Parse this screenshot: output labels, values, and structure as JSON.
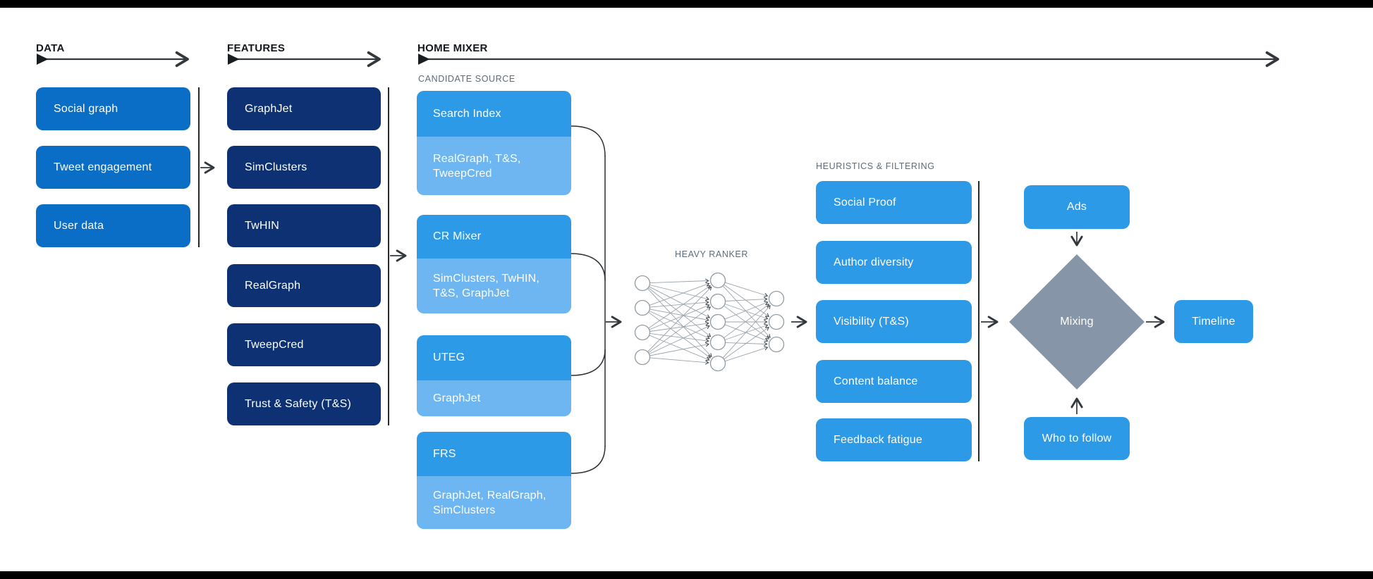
{
  "palette": {
    "medium_blue": "#0b6ec6",
    "navy_blue": "#0d3173",
    "bright_blue": "#2d9ae8",
    "light_blue": "#6db6f1",
    "diamond_gray": "#8695a7",
    "subheading_gray": "#5d6b79",
    "heading_dark": "#14181d",
    "letterbox": "#000000"
  },
  "headers": {
    "data": "DATA",
    "features": "FEATURES",
    "home_mixer": "HOME MIXER"
  },
  "data_column": {
    "items": [
      "Social graph",
      "Tweet engagement",
      "User data"
    ]
  },
  "features_column": {
    "items": [
      "GraphJet",
      "SimClusters",
      "TwHIN",
      "RealGraph",
      "TweepCred",
      "Trust & Safety (T&S)"
    ]
  },
  "candidate_sources": {
    "label": "CANDIDATE SOURCE",
    "items": [
      {
        "name": "Search Index",
        "features": "RealGraph, T&S,\nTweepCred"
      },
      {
        "name": "CR Mixer",
        "features": "SimClusters, TwHIN,\nT&S, GraphJet"
      },
      {
        "name": "UTEG",
        "features": "GraphJet"
      },
      {
        "name": "FRS",
        "features": "GraphJet, RealGraph,\nSimClusters"
      }
    ]
  },
  "heavy_ranker": {
    "label": "HEAVY RANKER"
  },
  "heuristics": {
    "label": "HEURISTICS & FILTERING",
    "items": [
      "Social Proof",
      "Author diversity",
      "Visibility (T&S)",
      "Content balance",
      "Feedback fatigue"
    ]
  },
  "mixing_stage": {
    "ads": "Ads",
    "mixing": "Mixing",
    "who_to_follow": "Who to follow",
    "timeline": "Timeline"
  }
}
